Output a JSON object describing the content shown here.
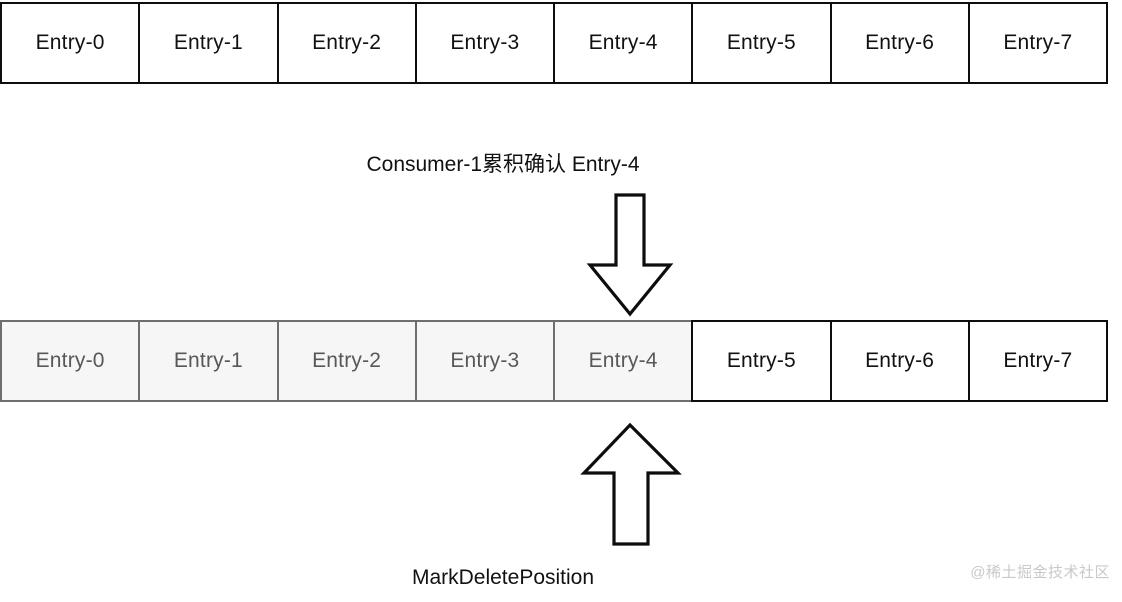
{
  "diagram": {
    "type": "ledger-acknowledgement-diagram",
    "top_row": {
      "name": "entries-before-ack",
      "cells": [
        {
          "label": "Entry-0",
          "state": "active"
        },
        {
          "label": "Entry-1",
          "state": "active"
        },
        {
          "label": "Entry-2",
          "state": "active"
        },
        {
          "label": "Entry-3",
          "state": "active"
        },
        {
          "label": "Entry-4",
          "state": "active"
        },
        {
          "label": "Entry-5",
          "state": "active"
        },
        {
          "label": "Entry-6",
          "state": "active"
        },
        {
          "label": "Entry-7",
          "state": "active"
        }
      ]
    },
    "bottom_row": {
      "name": "entries-after-ack",
      "cells": [
        {
          "label": "Entry-0",
          "state": "acked"
        },
        {
          "label": "Entry-1",
          "state": "acked"
        },
        {
          "label": "Entry-2",
          "state": "acked"
        },
        {
          "label": "Entry-3",
          "state": "acked"
        },
        {
          "label": "Entry-4",
          "state": "acked"
        },
        {
          "label": "Entry-5",
          "state": "active"
        },
        {
          "label": "Entry-6",
          "state": "active"
        },
        {
          "label": "Entry-7",
          "state": "active"
        }
      ]
    },
    "ack_label": "Consumer-1累积确认 Entry-4",
    "mark_delete_label": "MarkDeletePosition",
    "down_arrow_icon": "arrow-down-outline-icon",
    "up_arrow_icon": "arrow-up-outline-icon",
    "watermark": "@稀土掘金技术社区",
    "colors": {
      "active_border": "#0d0d0d",
      "active_text": "#111111",
      "active_fill": "#ffffff",
      "acked_border": "#6e6e6e",
      "acked_text": "#585858",
      "acked_fill": "#f6f6f6",
      "watermark_text": "#c9c9c9"
    }
  }
}
